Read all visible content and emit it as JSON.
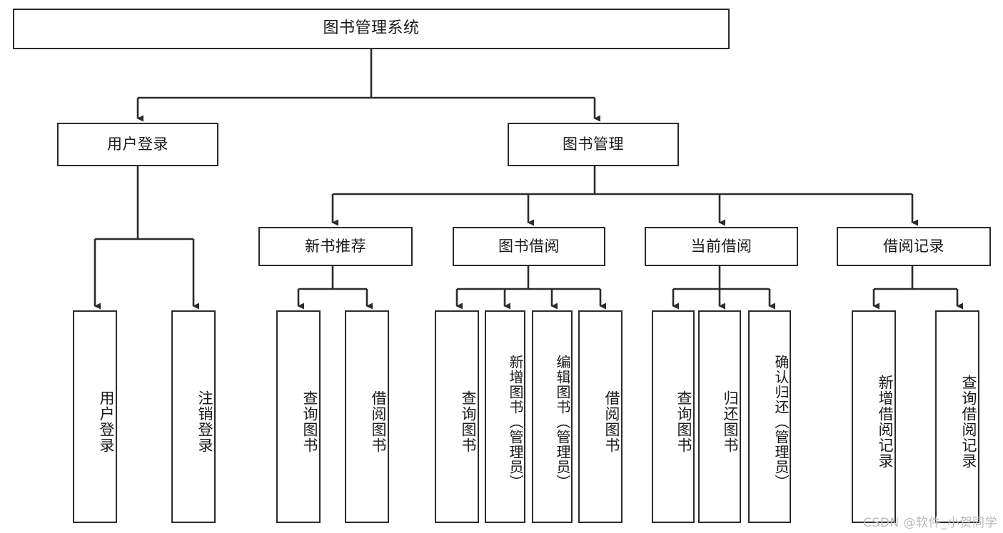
{
  "diagram": {
    "title": "图书管理系统",
    "watermark": "CSDN @软件_小贺同学",
    "type": "tree",
    "accent_color": "#2b2b2b",
    "background_color": "#ffffff",
    "root": {
      "label": "图书管理系统"
    },
    "level2": [
      {
        "label": "用户登录"
      },
      {
        "label": "图书管理"
      }
    ],
    "level3": [
      {
        "label": "新书推荐"
      },
      {
        "label": "图书借阅"
      },
      {
        "label": "当前借阅"
      },
      {
        "label": "借阅记录"
      }
    ],
    "leaves": {
      "user_login": [
        {
          "label": "用户登录"
        },
        {
          "label": "注销登录"
        }
      ],
      "new_book": [
        {
          "label": "查询图书"
        },
        {
          "label": "借阅图书"
        }
      ],
      "book_borrow": [
        {
          "label": "查询图书"
        },
        {
          "label": "新增图书（管理员）"
        },
        {
          "label": "编辑图书（管理员）"
        },
        {
          "label": "借阅图书"
        }
      ],
      "current_borrow": [
        {
          "label": "查询图书"
        },
        {
          "label": "归还图书"
        },
        {
          "label": "确认归还（管理员）"
        }
      ],
      "borrow_record": [
        {
          "label": "新增借阅记录"
        },
        {
          "label": "查询借阅记录"
        }
      ]
    }
  }
}
